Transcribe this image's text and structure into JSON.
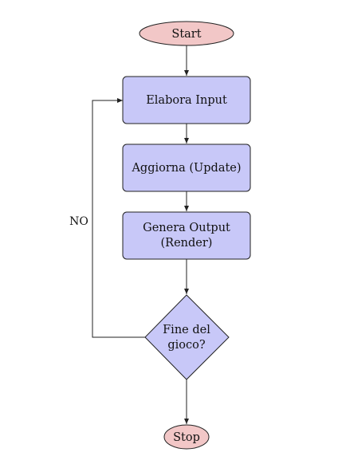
{
  "flowchart": {
    "nodes": {
      "start": {
        "label": "Start",
        "shape": "ellipse",
        "fill": "#f2c7c7"
      },
      "process_input": {
        "label": "Elabora Input",
        "shape": "rounded-rect",
        "fill": "#c8c8f8"
      },
      "update": {
        "label": "Aggiorna (Update)",
        "shape": "rounded-rect",
        "fill": "#c8c8f8"
      },
      "render": {
        "label_line1": "Genera Output",
        "label_line2": "(Render)",
        "shape": "rounded-rect",
        "fill": "#c8c8f8"
      },
      "decision": {
        "label_line1": "Fine del",
        "label_line2": "gioco?",
        "shape": "diamond",
        "fill": "#c8c8f8"
      },
      "stop": {
        "label": "Stop",
        "shape": "ellipse",
        "fill": "#f2c7c7"
      }
    },
    "edges": {
      "loop_back_label": "NO"
    },
    "colors": {
      "stroke": "#222222",
      "terminal_fill": "#f2c7c7",
      "process_fill": "#c8c8f8"
    }
  }
}
